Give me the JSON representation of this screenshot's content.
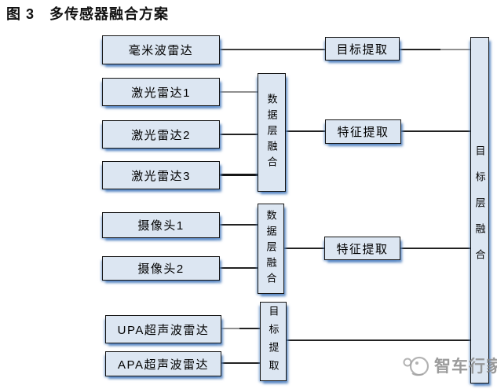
{
  "figure": {
    "title": "图 3　多传感器融合方案"
  },
  "nodes": {
    "mmwave_radar": {
      "label": "毫米波雷达"
    },
    "lidar_1": {
      "label": "激光雷达1"
    },
    "lidar_2": {
      "label": "激光雷达2"
    },
    "lidar_3": {
      "label": "激光雷达3"
    },
    "camera_1": {
      "label": "摄像头1"
    },
    "camera_2": {
      "label": "摄像头2"
    },
    "upa_ultrasonic_radar": {
      "label": "UPA超声波雷达"
    },
    "apa_ultrasonic_radar": {
      "label": "APA超声波雷达"
    },
    "data_layer_fusion_1": {
      "label": "数据层融合"
    },
    "data_layer_fusion_2": {
      "label": "数据层融合"
    },
    "target_extraction_top": {
      "label": "目标提取"
    },
    "feature_extraction_1": {
      "label": "特征提取"
    },
    "feature_extraction_2": {
      "label": "特征提取"
    },
    "target_extraction_bottom": {
      "label": "目标提取"
    },
    "target_layer_fusion": {
      "label": "目标层融合"
    }
  },
  "edges": [
    {
      "from": "mmwave_radar",
      "to": "target_extraction_top"
    },
    {
      "from": "target_extraction_top",
      "to": "target_layer_fusion"
    },
    {
      "from": "lidar_1",
      "to": "data_layer_fusion_1"
    },
    {
      "from": "lidar_2",
      "to": "data_layer_fusion_1"
    },
    {
      "from": "lidar_3",
      "to": "data_layer_fusion_1"
    },
    {
      "from": "data_layer_fusion_1",
      "to": "feature_extraction_1"
    },
    {
      "from": "feature_extraction_1",
      "to": "target_layer_fusion"
    },
    {
      "from": "camera_1",
      "to": "data_layer_fusion_2"
    },
    {
      "from": "camera_2",
      "to": "data_layer_fusion_2"
    },
    {
      "from": "data_layer_fusion_2",
      "to": "feature_extraction_2"
    },
    {
      "from": "feature_extraction_2",
      "to": "target_layer_fusion"
    },
    {
      "from": "upa_ultrasonic_radar",
      "to": "target_extraction_bottom"
    },
    {
      "from": "apa_ultrasonic_radar",
      "to": "target_extraction_bottom"
    },
    {
      "from": "target_extraction_bottom",
      "to": "target_layer_fusion"
    }
  ],
  "colors": {
    "box_fill": "#dce6f2",
    "box_border": "#141414",
    "box_shadow_blue": "#5686c2",
    "connector_dark": "#222222",
    "connector_gray": "#8f8f8f",
    "watermark_gray": "#8a8a8a"
  },
  "watermark": {
    "text": "智车行家"
  }
}
